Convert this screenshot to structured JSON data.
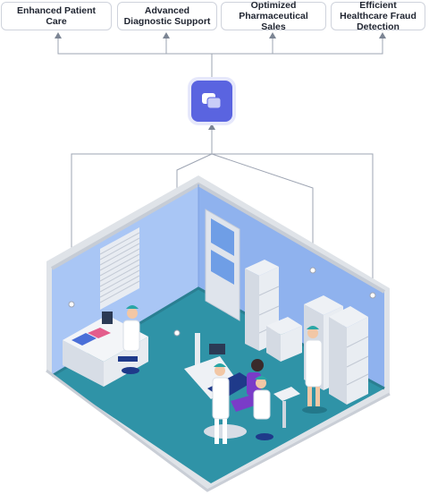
{
  "top_nodes": [
    {
      "label": "Enhanced Patient Care"
    },
    {
      "label": "Advanced Diagnostic Support"
    },
    {
      "label": "Optimized Pharmaceutical Sales"
    },
    {
      "label": "Efficient Healthcare Fraud Detection"
    }
  ],
  "hub": {
    "icon": "chat-bubbles-icon",
    "color": "#5a64e0"
  },
  "illustration": {
    "description_icon": "dental-clinic-room-illustration",
    "colors": {
      "wall": "#a9c6f5",
      "floor": "#2f93a7",
      "accent": "#5a64e0"
    }
  }
}
